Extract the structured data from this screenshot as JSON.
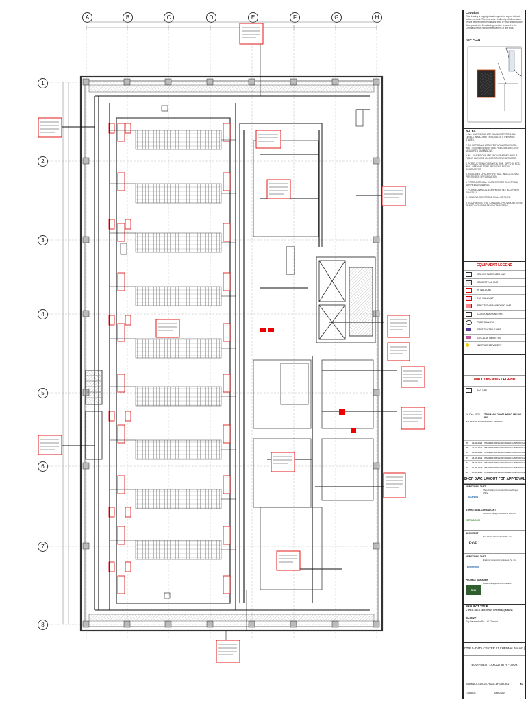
{
  "grid": {
    "columns": [
      "A",
      "B",
      "C",
      "D",
      "E",
      "F",
      "G",
      "H"
    ],
    "rows": [
      "1",
      "2",
      "3",
      "4",
      "5",
      "6",
      "7",
      "8"
    ]
  },
  "title_block": {
    "copyright_heading": "Copyright",
    "copyright_text": "This drawing is copyright and may not be copied without written consent. The contractor shall verify all dimensions on site before commencing any work or shop drawing. Any discrepancies in this drawing must be reported to the Company before the commencement of any work.",
    "key_plan_label": "KEY PLAN",
    "notes_heading": "NOTES",
    "notes": [
      "1. ALL DIMENSIONS ARE IN MILLIMETERS & ALL LEVELS IN MILLIMETERS UNLESS OTHERWISE STATED.",
      "2. DO NOT SCALE ARCHITECTURAL DRAWINGS - WRITTEN DIMENSIONS TAKE PRECEDENCE OVER MEASURED DIMENSIONS.",
      "3. ALL DIMENSIONS ARE FROM FINISHED WALL & FLOOR SURFACE UNLESS OTHERWISE STATED.",
      "4. FOR DUCTS IN HORIZONTAL RUN, UP TO 50 NOS. WALL OPENING TO BE PROVIDED BY CIVIL CONTRACTOR.",
      "5. INSULATED CHILLER PIPE WALL INSULATION AS PER TENDER SPECIFICATION.",
      "6. FOR ELECTRICAL CHASES REFER ELECTRICAL SERVICES DRAWINGS.",
      "7. FOR MECHANICAL EQUIPMENT SEE EQUIPMENT SCHEDULE.",
      "8. HANGING ELECTRODE SHALL BE FIXED.",
      "9. EQUIPMENTS THAT STANDARD PROVISIONS TO BE SEALED WITH FIRE SEALANT MATERIAL."
    ],
    "equipment_legend_title": "EQUIPMENT LEGEND",
    "equipment_legend": [
      "CEILING SUSPENDED UNIT",
      "CASSETTE AC UNIT",
      "HI WALL UNIT",
      "FAN WALL UNIT",
      "PRECISION AIR HANDLING UNIT",
      "ODU/CONDENSING UNIT",
      "TUBE AXIAL FAN",
      "SPLIT DUCTABLE UNIT",
      "CIRCULAR INLINE FAN",
      "WEATHER PROOF BOX"
    ],
    "wall_opening_legend_title": "WALL OPENING LEGEND",
    "wall_opening_item": "CUT OUT",
    "revision_date": "18-Dec-2023",
    "revision_drawing": "TRAMADI-CDO01-HVAC-8F-LAY-801",
    "revision_status": "ISSUED FOR SHOP DRAWING APPROVAL",
    "revisions": [
      {
        "rev": "R6",
        "date": "09-11-2023",
        "desc": "ISSUED FOR SHOP DRAWING APPROVAL"
      },
      {
        "rev": "R5",
        "date": "22-10-2023",
        "desc": "ISSUED FOR SHOP DRAWING APPROVAL"
      },
      {
        "rev": "R4",
        "date": "10-10-2023",
        "desc": "ISSUED FOR SHOP DRAWING APPROVAL"
      },
      {
        "rev": "R3",
        "date": "25-09-2023",
        "desc": "ISSUED FOR SHOP DRAWING APPROVAL"
      },
      {
        "rev": "R2",
        "date": "15-09-2023",
        "desc": "ISSUED FOR SHOP DRAWING APPROVAL"
      },
      {
        "rev": "R1",
        "date": "01-09-2023",
        "desc": "ISSUED FOR SHOP DRAWING APPROVAL"
      },
      {
        "rev": "R0",
        "date": "18-08-2023",
        "desc": "ISSUED FOR SHOP DRAWING APPROVAL"
      }
    ],
    "approval_stamp": "SHOP DWG LAYOUT FOR APPROVAL",
    "companies": [
      {
        "role": "MEP CONSULTANT",
        "logo": "SAMWIN",
        "color": "#2a6cb0",
        "text": "Shop Drawing Consultant Mumbai Project Office"
      },
      {
        "role": "STRUCTURAL CONSULTANT",
        "logo": "STRUDCOM",
        "color": "#3a8a2a",
        "text": "Structural Design Consultants Pvt. Ltd."
      },
      {
        "role": "ARCHITECT",
        "logo": "PGP",
        "color": "#555555",
        "text": "P.G. PATKI ARCHITECTS Pvt. Ltd."
      },
      {
        "role": "MEP CONSULTANT",
        "logo": "ENVIRONS",
        "color": "#1f5aa0",
        "text": "Environs Consulting Engineers Pvt. Ltd."
      },
      {
        "role": "PROJECT MANAGER",
        "logo": "CINS",
        "color": "#3a7d3a",
        "text": "Project Management Consultants"
      }
    ],
    "project_title_label": "PROJECT TITLE",
    "project_title": "CTRLS- DATA CENTER 01 CHENNAI (MAA21)",
    "client_label": "CLIENT",
    "client": "Sify Datacenter Pvt. Ltd. Chennai",
    "drawing_title": "CTRLS- DATA CENTER 01 CHENNAI (MAA21)",
    "drawing_subtitle": "EQUIPMENT LAYOUT 8TH FLOOR",
    "drawing_number": "TRAMADI-CDO01-HVAC-8F-LAY-801",
    "rev_mark": "R7",
    "scale": "1:200 @ A1",
    "sheet_date": "18-Dec-2023"
  }
}
